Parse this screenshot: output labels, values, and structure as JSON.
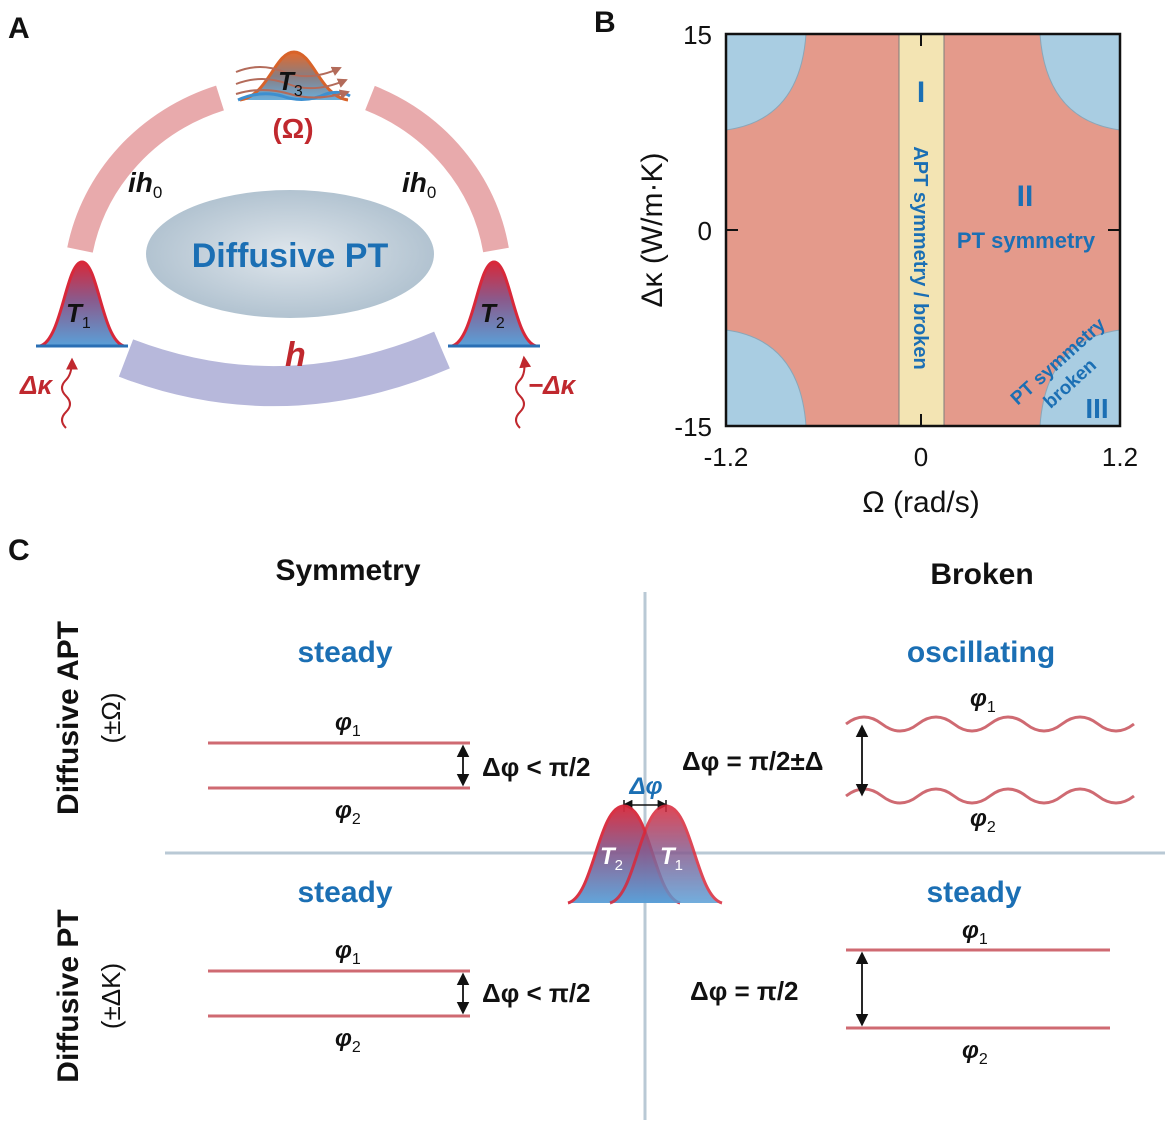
{
  "panel_labels": {
    "a": "A",
    "b": "B",
    "c": "C"
  },
  "panel_a": {
    "center_label": "Diffusive PT",
    "t3_label": "T",
    "t3_sub": "3",
    "omega_label": "(Ω)",
    "coupling_left": "ih",
    "coupling_left_sub": "0",
    "coupling_right": "ih",
    "coupling_right_sub": "0",
    "bottom_coupling": "h",
    "t1_label": "T",
    "t1_sub": "1",
    "t2_label": "T",
    "t2_sub": "2",
    "kappa_left": "Δκ",
    "kappa_right": "−Δκ",
    "colors": {
      "arc": "#e8aaac",
      "bottom_bar": "#b7b8db",
      "ellipse": "#b0c2cf",
      "accent_red": "#c0282e",
      "accent_blue": "#1b6fb4"
    }
  },
  "panel_b": {
    "x_label": "Ω (rad/s)",
    "y_label": "Δκ (W/m·K)",
    "x_ticks": [
      "-1.2",
      "0",
      "1.2"
    ],
    "y_ticks": [
      "15",
      "0",
      "-15"
    ],
    "x_range": [
      -1.2,
      1.2
    ],
    "y_range": [
      -15,
      15
    ],
    "region_I_numeral": "I",
    "region_I_text": "APT symmetry / broken",
    "region_II_numeral": "II",
    "region_II_text": "PT symmetry",
    "region_III_numeral": "III",
    "region_III_text_1": "PT symmetry",
    "region_III_text_2": "broken",
    "colors": {
      "pt_region": "#e49a8b",
      "apt_band": "#f3e4b3",
      "broken_region": "#a9cde2"
    }
  },
  "panel_c": {
    "col_symmetry": "Symmetry",
    "col_broken": "Broken",
    "row_apt": "Diffusive APT",
    "row_apt_sub": "(±Ω)",
    "row_pt": "Diffusive PT",
    "row_pt_sub": "(±ΔK)",
    "q1_state": "steady",
    "q2_state": "oscillating",
    "q3_state": "steady",
    "q4_state": "steady",
    "phi1": "φ",
    "phi1_sub": "1",
    "phi2": "φ",
    "phi2_sub": "2",
    "dphi_less": "Δφ < π/2",
    "dphi_equal_pm": "Δφ = π/2±Δ",
    "dphi_equal": "Δφ = π/2",
    "center_dphi": "Δφ",
    "center_t2": "T",
    "center_t2_sub": "2",
    "center_t1": "T",
    "center_t1_sub": "1",
    "colors": {
      "line": "#cf6a72",
      "axis": "#b9c9d5"
    }
  }
}
